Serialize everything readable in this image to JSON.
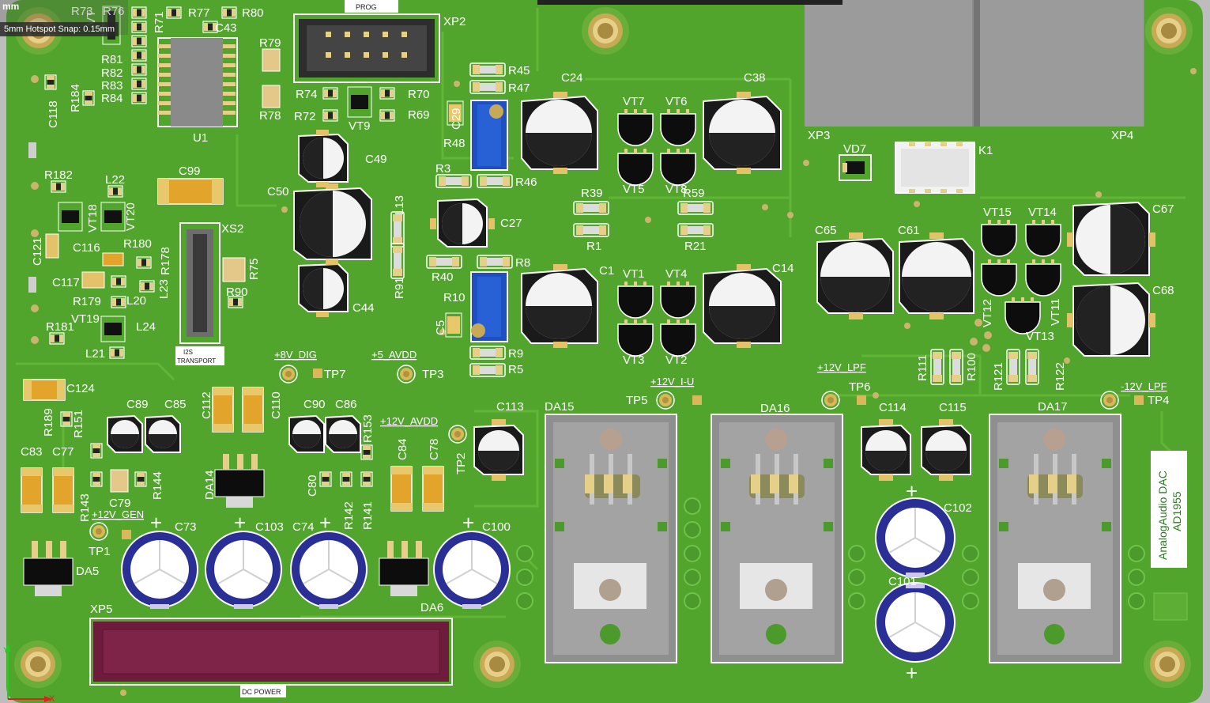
{
  "hud": {
    "units": "mm",
    "snap_text": "5mm Hotspot Snap: 0.15mm"
  },
  "colors": {
    "board": "#51a52c",
    "silk": "#ffffff",
    "pad": "#e3c87a",
    "black": "#111111",
    "ic_blue": "#1f4fc1",
    "header": "#6e1b3c"
  },
  "connectors": {
    "xp2": {
      "ref": "XP2",
      "tag": "PROG"
    },
    "xp5": {
      "ref": "XP5",
      "tag": "DC POWER"
    },
    "xs2": {
      "ref": "XS2",
      "tag": "I2S\nTRANSPORT"
    },
    "xp3": {
      "ref": "XP3"
    },
    "xp4": {
      "ref": "XP4"
    }
  },
  "brand": {
    "line1": "AnalogAudio DAC",
    "line2": "AD1955"
  },
  "electrolytics": [
    {
      "ref": "C24",
      "kind": "black"
    },
    {
      "ref": "C38",
      "kind": "black"
    },
    {
      "ref": "C1",
      "kind": "black"
    },
    {
      "ref": "C14",
      "kind": "black"
    },
    {
      "ref": "C65",
      "kind": "black"
    },
    {
      "ref": "C61",
      "kind": "black"
    },
    {
      "ref": "C67",
      "kind": "black"
    },
    {
      "ref": "C68",
      "kind": "black"
    },
    {
      "ref": "C49",
      "kind": "black"
    },
    {
      "ref": "C50",
      "kind": "black"
    },
    {
      "ref": "C44",
      "kind": "black"
    },
    {
      "ref": "C27",
      "kind": "black"
    },
    {
      "ref": "C89",
      "kind": "black"
    },
    {
      "ref": "C85",
      "kind": "black"
    },
    {
      "ref": "C90",
      "kind": "black"
    },
    {
      "ref": "C86",
      "kind": "black"
    },
    {
      "ref": "C113",
      "kind": "black"
    },
    {
      "ref": "C114",
      "kind": "black"
    },
    {
      "ref": "C115",
      "kind": "black"
    },
    {
      "ref": "C73",
      "kind": "blue"
    },
    {
      "ref": "C103",
      "kind": "blue"
    },
    {
      "ref": "C74",
      "kind": "blue"
    },
    {
      "ref": "C100",
      "kind": "blue"
    },
    {
      "ref": "C102",
      "kind": "blue"
    },
    {
      "ref": "C101",
      "kind": "blue"
    }
  ],
  "transistors": [
    "VT7",
    "VT6",
    "VT5",
    "VT8",
    "VT1",
    "VT4",
    "VT3",
    "VT2",
    "VT15",
    "VT14",
    "VT12",
    "VT11",
    "VT13"
  ],
  "regulators": [
    "DA15",
    "DA16",
    "DA17"
  ],
  "power_ics": [
    "DA14",
    "DA5",
    "DA6",
    "VD7",
    "K1",
    "U1"
  ],
  "test_points": [
    {
      "ref": "TP7",
      "rail": "+8V_DIG"
    },
    {
      "ref": "TP3",
      "rail": "+5_AVDD"
    },
    {
      "ref": "TP5",
      "rail": "+12V_I-U"
    },
    {
      "ref": "TP6",
      "rail": "+12V_LPF"
    },
    {
      "ref": "TP4",
      "rail": "-12V_LPF"
    },
    {
      "ref": "TP2",
      "rail": "+12V_AVDD"
    },
    {
      "ref": "TP1",
      "rail": "+12V_GEN"
    }
  ],
  "labels": {
    "R73": "R73",
    "R76": "R76",
    "R77": "R77",
    "R80": "R80",
    "R71": "R71",
    "C43": "C43",
    "VT": "VT",
    "R81": "R81",
    "R82": "R82",
    "R83": "R83",
    "R84": "R84",
    "C118": "C118",
    "R184": "R184",
    "U1": "U1",
    "R79": "R79",
    "R78": "R78",
    "R74": "R74",
    "R72": "R72",
    "VT9": "VT9",
    "R70": "R70",
    "R69": "R69",
    "R45": "R45",
    "R47": "R47",
    "C29": "C29",
    "R48": "R48",
    "R3": "R3",
    "R46": "R46",
    "R39": "R39",
    "R1": "R1",
    "R59": "R59",
    "R21": "R21",
    "VT7": "VT7",
    "VT6": "VT6",
    "VT5": "VT5",
    "VT8": "VT8",
    "VT1": "VT1",
    "VT4": "VT4",
    "VT3": "VT3",
    "VT2": "VT2",
    "C24": "C24",
    "C38": "C38",
    "C1": "C1",
    "C14": "C14",
    "C49": "C49",
    "C50": "C50",
    "C44": "C44",
    "C27": "C27",
    "L13": "L13",
    "R91": "R91",
    "R40": "R40",
    "R8": "R8",
    "R10": "R10",
    "C5": "C5",
    "R9": "R9",
    "R5": "R5",
    "C99": "C99",
    "XS2": "XS2",
    "R75": "R75",
    "R90": "R90",
    "R182": "R182",
    "L22": "L22",
    "VT18": "VT18",
    "VT20": "VT20",
    "C121": "C121",
    "C116": "C116",
    "R180": "R180",
    "R178": "R178",
    "C117": "C117",
    "L23": "L23",
    "R179": "R179",
    "L20": "L20",
    "VT19": "VT19",
    "L24": "L24",
    "R181": "R181",
    "L21": "L21",
    "XP3": "XP3",
    "XP4": "XP4",
    "VD7": "VD7",
    "K1": "K1",
    "C65": "C65",
    "C61": "C61",
    "VT15": "VT15",
    "VT14": "VT14",
    "C67": "C67",
    "C68": "C68",
    "VT12": "VT12",
    "VT11": "VT11",
    "VT13": "VT13",
    "R111": "R111",
    "R100": "R100",
    "R121": "R121",
    "R122": "R122",
    "C124": "C124",
    "R189": "R189",
    "R151": "R151",
    "C89": "C89",
    "C85": "C85",
    "C112": "C112",
    "C110": "C110",
    "C90": "C90",
    "C86": "C86",
    "R153": "R153",
    "C83": "C83",
    "C77": "C77",
    "R143": "R143",
    "C79": "C79",
    "R144": "R144",
    "DA14": "DA14",
    "C80": "C80",
    "R142": "R142",
    "R141": "R141",
    "C84": "C84",
    "C78": "C78",
    "TP2": "TP2",
    "C113": "C113",
    "DA15": "DA15",
    "DA16": "DA16",
    "DA17": "DA17",
    "C114": "C114",
    "C115": "C115",
    "TP7": "TP7",
    "TP3": "TP3",
    "TP5": "TP5",
    "TP6": "TP6",
    "TP4": "TP4",
    "TP1": "TP1",
    "C73": "C73",
    "C103": "C103",
    "C74": "C74",
    "C100": "C100",
    "C102": "C102",
    "C101": "C101",
    "DA5": "DA5",
    "DA6": "DA6",
    "XP5": "XP5",
    "8V_DIG": "+8V_DIG",
    "5_AVDD": "+5_AVDD",
    "12V_IU": "+12V_I-U",
    "12V_LPF": "+12V_LPF",
    "M12V_LPF": "-12V_LPF",
    "12V_AVDD": "+12V_AVDD",
    "12V_GEN": "+12V_GEN",
    "plus": "+"
  }
}
